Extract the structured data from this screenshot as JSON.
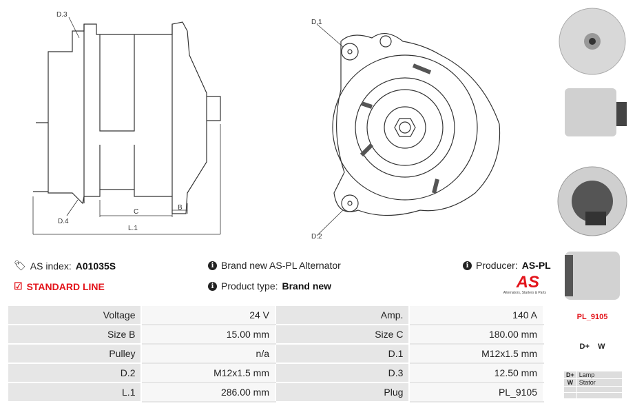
{
  "drawing_labels": {
    "d3": "D.3",
    "d4": "D.4",
    "c": "C",
    "b": "B",
    "l1": "L.1",
    "d1": "D.1",
    "d2": "D.2"
  },
  "info": {
    "as_index_label": "AS index:",
    "as_index_value": "A01035S",
    "standard_line": "STANDARD LINE",
    "description": "Brand new AS-PL Alternator",
    "product_type_label": "Product type:",
    "product_type_value": "Brand new",
    "producer_label": "Producer:",
    "producer_value": "AS-PL"
  },
  "logo": {
    "text": "AS",
    "tagline": "Alternators, Starters & Parts"
  },
  "specs": [
    {
      "l1": "Voltage",
      "v1": "24 V",
      "l2": "Amp.",
      "v2": "140 A"
    },
    {
      "l1": "Size B",
      "v1": "15.00 mm",
      "l2": "Size C",
      "v2": "180.00 mm"
    },
    {
      "l1": "Pulley",
      "v1": "n/a",
      "l2": "D.1",
      "v2": "M12x1.5 mm"
    },
    {
      "l1": "D.2",
      "v1": "M12x1.5 mm",
      "l2": "D.3",
      "v2": "12.50 mm"
    },
    {
      "l1": "L.1",
      "v1": "286.00 mm",
      "l2": "Plug",
      "v2": "PL_9105"
    }
  ],
  "plug": {
    "name": "PL_9105",
    "terminals": "D+    W",
    "pins": [
      {
        "pin": "D+",
        "desc": "Lamp"
      },
      {
        "pin": "W",
        "desc": "Stator"
      },
      {
        "pin": "",
        "desc": ""
      },
      {
        "pin": "",
        "desc": ""
      }
    ]
  }
}
